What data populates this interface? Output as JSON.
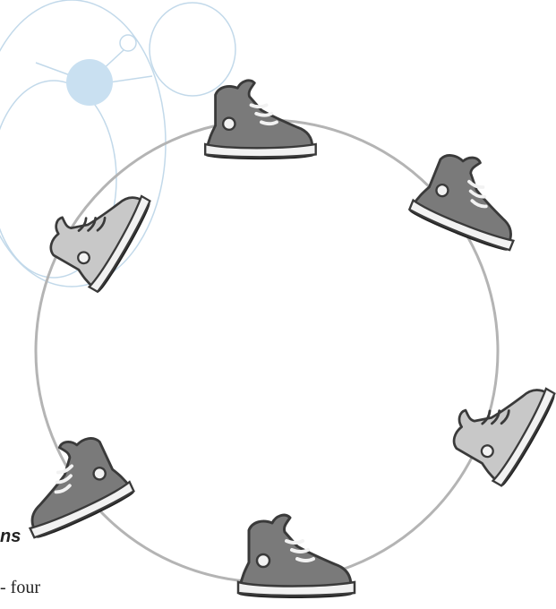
{
  "caption": {
    "title_fragment": "ns",
    "body_fragment": "- four"
  },
  "diagram": {
    "type": "cycle",
    "stage_count": 6,
    "stages": [
      {
        "name": "shoe-top",
        "shade": "dark"
      },
      {
        "name": "shoe-upper-right",
        "shade": "dark"
      },
      {
        "name": "shoe-lower-right",
        "shade": "light"
      },
      {
        "name": "shoe-bottom",
        "shade": "dark"
      },
      {
        "name": "shoe-lower-left",
        "shade": "dark"
      },
      {
        "name": "shoe-upper-left",
        "shade": "light"
      }
    ]
  },
  "colors": {
    "ring": "#b4b4b4",
    "shoe_dark": "#7a7a7a",
    "shoe_light": "#c8c8c8",
    "outline": "#3a3a3a",
    "sole": "#f2f2f2",
    "shadow": "#222222",
    "decor_fill": "#c9e0f1",
    "decor_line": "#c2d9ea"
  }
}
